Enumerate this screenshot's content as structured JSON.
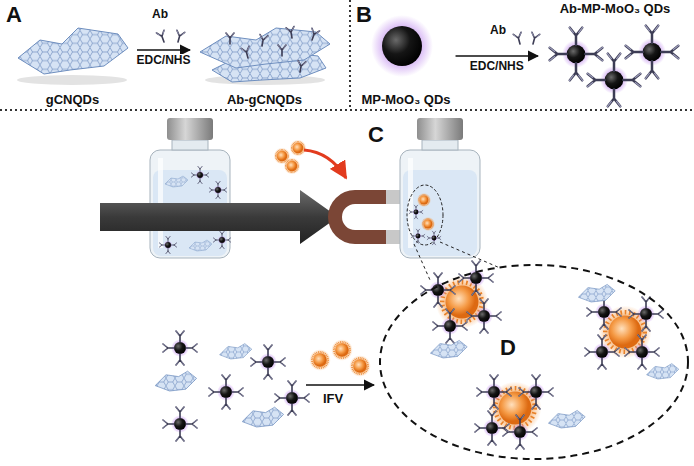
{
  "diagram": {
    "nodes": [
      {
        "text": [
          "gCNQDs"
        ]
      },
      {
        "text": [
          "Ab-gCNQDs"
        ]
      },
      {
        "text": [
          "MP-MoO₃ QDs"
        ]
      },
      {
        "text": [
          "Ab-MP-MoO₃ QDs"
        ]
      },
      {
        "text": [
          "D"
        ]
      }
    ],
    "edges": [
      {
        "from": 0,
        "to": 1,
        "arrow": "to",
        "label": "EDC/NHS"
      },
      {
        "from": 2,
        "to": 3,
        "arrow": "to",
        "label": "EDC/NHS"
      }
    ],
    "labels": [
      "A",
      "B",
      "Ab",
      "Ab",
      "C",
      "IFV"
    ]
  }
}
